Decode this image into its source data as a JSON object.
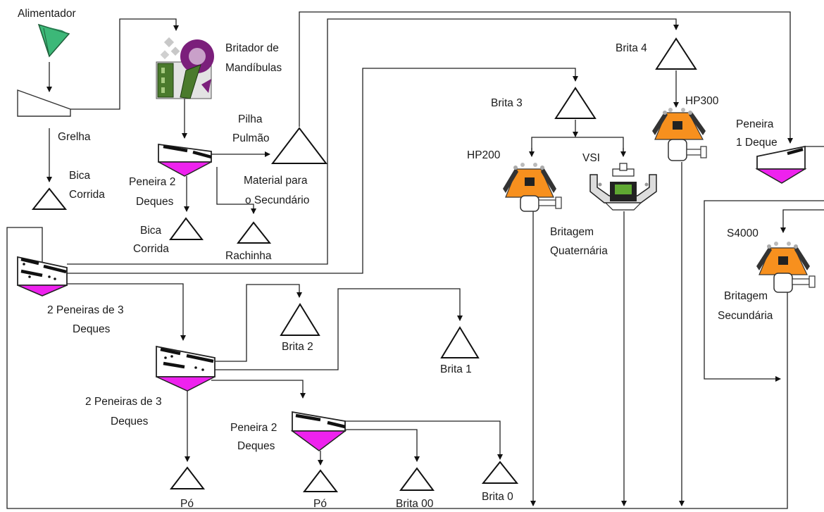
{
  "labels": {
    "alimentador": "Alimentador",
    "grelha": "Grelha",
    "bica_corrida_1a": "Bica",
    "bica_corrida_1b": "Corrida",
    "britador_a": "Britador de",
    "britador_b": "Mandíbulas",
    "pilha_a": "Pilha",
    "pilha_b": "Pulmão",
    "peneira2_a": "Peneira 2",
    "peneira2_b": "Deques",
    "material_a": "Material para",
    "material_b": "o Secundário",
    "bica_corrida_2a": "Bica",
    "bica_corrida_2b": "Corrida",
    "rachinha": "Rachinha",
    "brita4": "Brita 4",
    "hp300": "HP300",
    "brita3": "Brita 3",
    "hp200": "HP200",
    "vsi": "VSI",
    "britagem_quat_a": "Britagem",
    "britagem_quat_b": "Quaternária",
    "peneira1_a": "Peneira",
    "peneira1_b": "1 Deque",
    "s4000": "S4000",
    "britagem_sec_a": "Britagem",
    "britagem_sec_b": "Secundária",
    "peneiras3_1a": "2 Peneiras de 3",
    "peneiras3_1b": "Deques",
    "brita2": "Brita 2",
    "brita1": "Brita 1",
    "peneiras3_2a": "2 Peneiras de 3",
    "peneiras3_2b": "Deques",
    "peneira2b_a": "Peneira 2",
    "peneira2b_b": "Deques",
    "po1": "Pó",
    "po2": "Pó",
    "brita00": "Brita 00",
    "brita0": "Brita 0"
  },
  "colors": {
    "feeder_green": "#3cb878",
    "screen_magenta": "#ee22ee",
    "crusher_orange": "#f7901e",
    "jaw_green": "#4a7a2c",
    "jaw_purple": "#7b1f7b",
    "vsi_green": "#5fa832"
  },
  "icons": [
    "feeder-icon",
    "grizzly-icon",
    "jaw-crusher-icon",
    "screen-icon",
    "cone-crusher-icon",
    "vsi-crusher-icon",
    "stockpile-icon"
  ]
}
